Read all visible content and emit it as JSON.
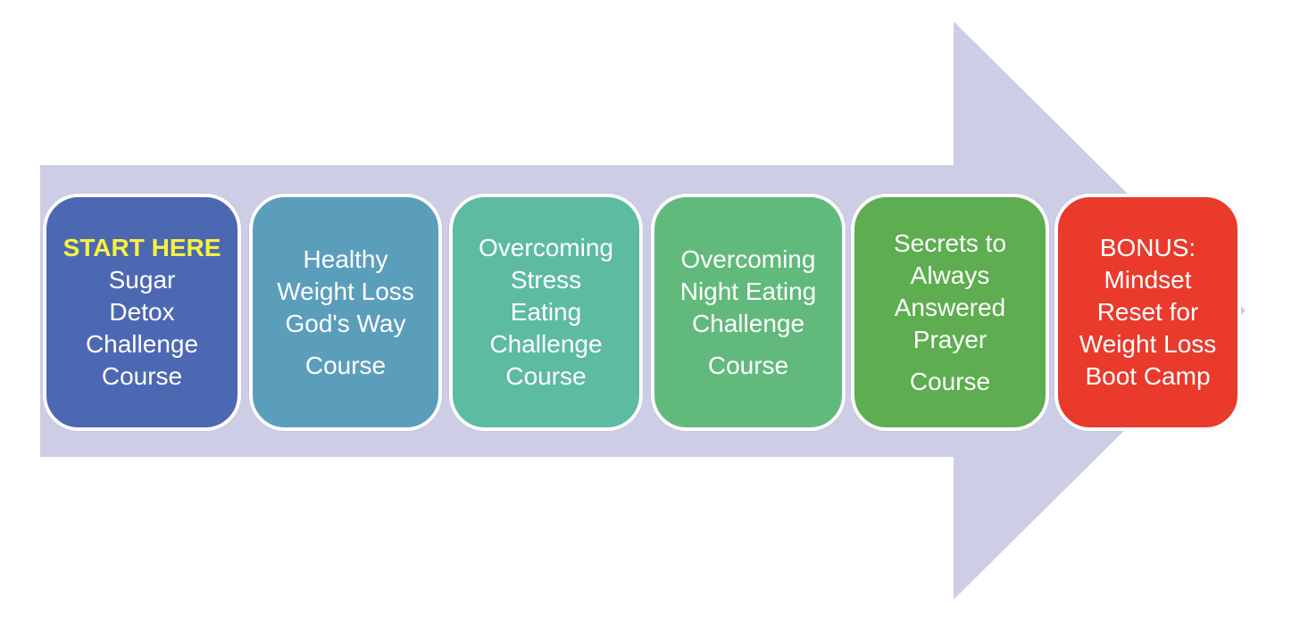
{
  "canvas": {
    "background": "#ffffff"
  },
  "arrow": {
    "direction": "right",
    "color": "#cdcde6"
  },
  "steps": [
    {
      "title": "START HERE",
      "title_color": "#f8f33b",
      "body": "Sugar\nDetox\nChallenge\nCourse",
      "color": "#4d68b3"
    },
    {
      "title": "",
      "body": "Healthy\nWeight Loss\nGod's Way",
      "footer": "Course",
      "color": "#5b9ebc"
    },
    {
      "title": "",
      "body": "Overcoming\nStress\nEating\nChallenge\nCourse",
      "color": "#5dbba2"
    },
    {
      "title": "",
      "body": "Overcoming\nNight Eating\nChallenge",
      "footer": "Course",
      "color": "#61ba7c"
    },
    {
      "title": "",
      "body": "Secrets to\nAlways\nAnswered\nPrayer",
      "footer": "Course",
      "color": "#5ead50"
    },
    {
      "title": "",
      "body": "BONUS:\nMindset\nReset for\nWeight Loss\nBoot Camp",
      "color": "#e93a2c"
    }
  ]
}
